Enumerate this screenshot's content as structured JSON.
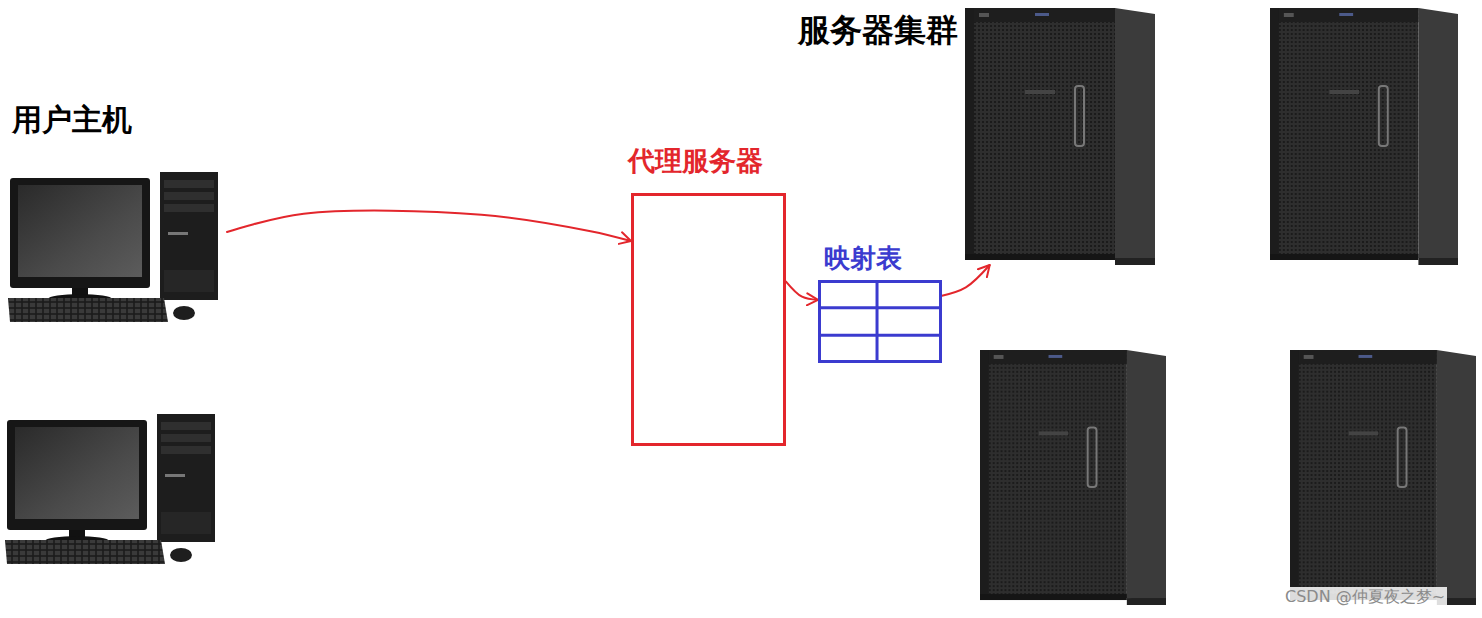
{
  "diagram": {
    "nodes": [
      {
        "text": [
          "用户主机"
        ]
      },
      {
        "text": [
          "代理服务器"
        ]
      },
      {
        "text": [
          "映射表"
        ]
      },
      {
        "text": [
          "服务器集群"
        ]
      }
    ],
    "edges": [
      {
        "from": 0,
        "to": 1,
        "arrow": "to"
      },
      {
        "from": 1,
        "to": 2,
        "arrow": "to"
      },
      {
        "from": 2,
        "to": 3,
        "arrow": "to"
      }
    ],
    "labels": [
      "CSDN @仲夏夜之梦~"
    ]
  }
}
